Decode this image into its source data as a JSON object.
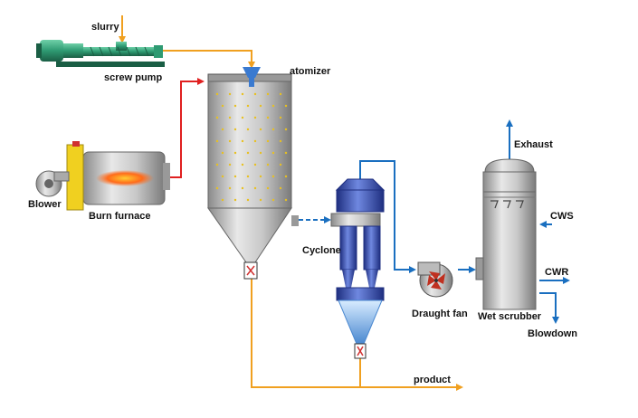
{
  "labels": {
    "slurry": "slurry",
    "screw_pump": "screw pump",
    "atomizer": "atomizer",
    "blower": "Blower",
    "burn_furnace": "Burn furnace",
    "cyclone": "Cyclone",
    "draught_fan": "Draught fan",
    "wet_scrubber": "Wet scrubber",
    "exhaust": "Exhaust",
    "cws": "CWS",
    "cwr": "CWR",
    "blowdown": "Blowdown",
    "product": "product"
  },
  "colors": {
    "product_line": "#f0a020",
    "hot_air_line": "#e02020",
    "gas_line": "#1a6fc0",
    "steel": "#b8b8b8",
    "cyclone_blue": "#3550b0",
    "pump_green": "#2e9a72"
  }
}
